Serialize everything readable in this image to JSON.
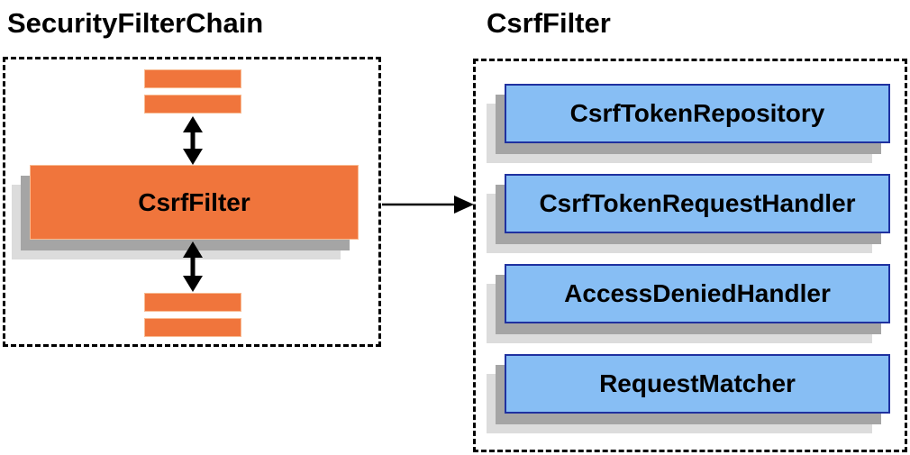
{
  "diagram": {
    "left_group": {
      "title": "SecurityFilterChain",
      "filter_box_label": "CsrfFilter"
    },
    "right_group": {
      "title": "CsrfFilter",
      "components": [
        {
          "label": "CsrfTokenRepository"
        },
        {
          "label": "CsrfTokenRequestHandler"
        },
        {
          "label": "AccessDeniedHandler"
        },
        {
          "label": "RequestMatcher"
        }
      ]
    },
    "colors": {
      "filter_orange": "#F0753C",
      "filter_orange_border": "#F8BB92",
      "component_blue_fill": "#87BEF4",
      "component_blue_border": "#1F31A0",
      "shadow_dark": "#A5A5A5",
      "shadow_light": "#DCDCDC",
      "arrow_black": "#000000",
      "title_text": "#000000"
    }
  }
}
